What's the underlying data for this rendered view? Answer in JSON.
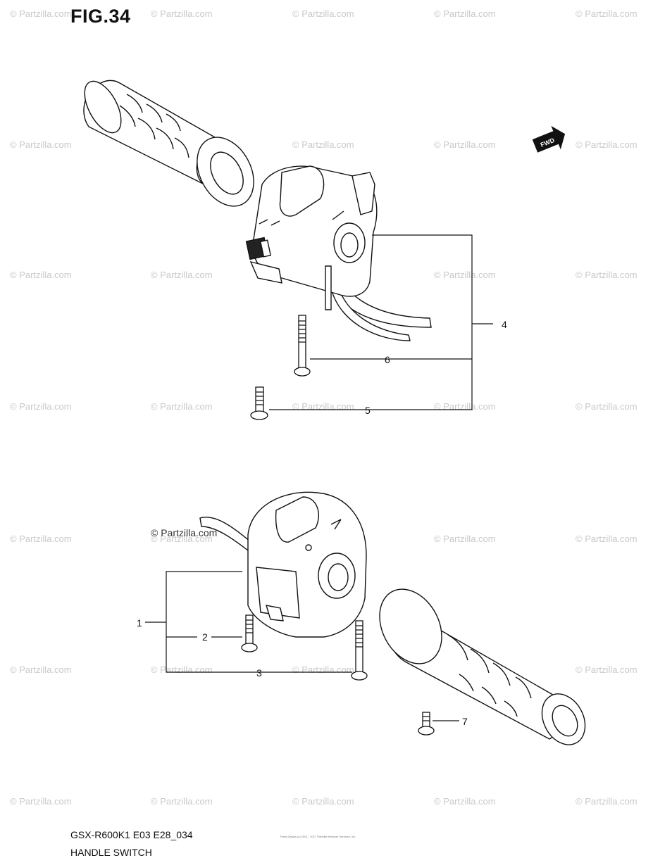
{
  "figure": {
    "title": "FIG.34",
    "model_code": "GSX-R600K1 E03 E28_034",
    "name": "HANDLE SWITCH",
    "fwd_label": "FWD",
    "copyright_tiny": "Parts Design (c) 2001 - 2017 Partzilla Network Services, Inc."
  },
  "watermark": {
    "text": "© Partzilla.com",
    "main_text": "© Partzilla.com"
  },
  "callouts": [
    {
      "id": "1",
      "label": "1"
    },
    {
      "id": "2",
      "label": "2"
    },
    {
      "id": "3",
      "label": "3"
    },
    {
      "id": "4",
      "label": "4"
    },
    {
      "id": "5",
      "label": "5"
    },
    {
      "id": "6",
      "label": "6"
    },
    {
      "id": "7",
      "label": "7"
    }
  ],
  "colors": {
    "line": "#111111",
    "watermark": "#c9c9c9",
    "fill_light": "#ffffff",
    "fill_dark": "#222222"
  }
}
